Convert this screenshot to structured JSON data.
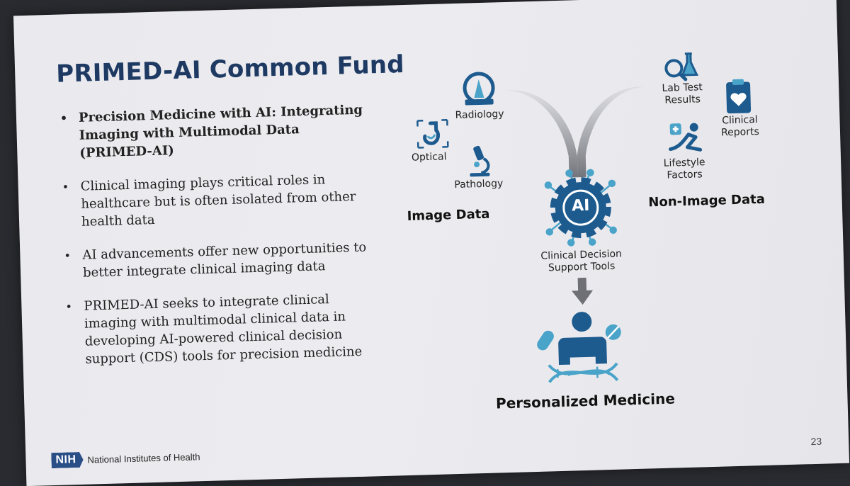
{
  "slide": {
    "title": "PRIMED-AI Common Fund",
    "bullets": [
      "Precision Medicine with AI: Integrating Imaging with Multimodal Data (PRIMED-AI)",
      "Clinical imaging plays critical roles in healthcare but is often isolated from other health data",
      "AI advancements offer new opportunities to better integrate clinical imaging data",
      "PRIMED-AI seeks to integrate clinical imaging with multimodal clinical data in developing AI-powered clinical decision support (CDS) tools for precision medicine"
    ],
    "bullet_marker": "•"
  },
  "diagram": {
    "image_data": {
      "heading": "Image Data",
      "items": [
        "Radiology",
        "Optical",
        "Pathology"
      ]
    },
    "non_image_data": {
      "heading": "Non-Image Data",
      "items": [
        "Lab Test Results",
        "Clinical Reports",
        "Lifestyle Factors"
      ]
    },
    "center": {
      "ai_label": "AI",
      "cds_label_line1": "Clinical Decision",
      "cds_label_line2": "Support Tools"
    },
    "output": {
      "label": "Personalized Medicine"
    }
  },
  "footer": {
    "logo_text": "NIH",
    "org_name": "National Institutes of Health",
    "page_number": "23"
  },
  "colors": {
    "title": "#1e3a63",
    "icon_dark": "#1d5b8f",
    "icon_light": "#4aa3c9",
    "nih_blue": "#2a4e86"
  }
}
